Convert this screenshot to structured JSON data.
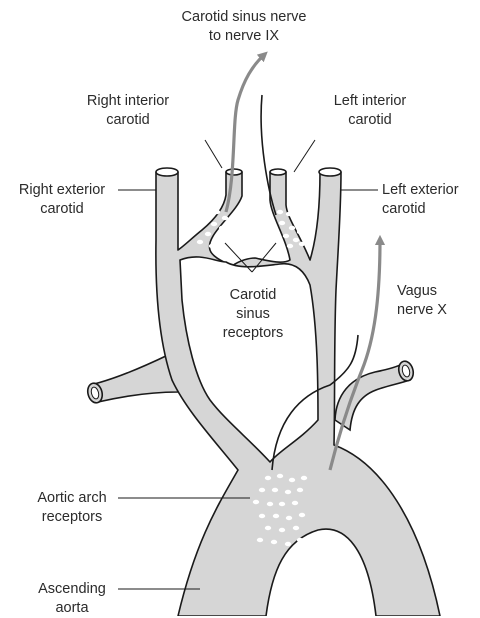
{
  "labels": {
    "carotid_sinus_nerve": [
      "Carotid sinus nerve",
      "to nerve IX"
    ],
    "right_interior_carotid": [
      "Right interior",
      "carotid"
    ],
    "left_interior_carotid": [
      "Left interior",
      "carotid"
    ],
    "right_exterior_carotid": [
      "Right exterior",
      "carotid"
    ],
    "left_exterior_carotid": [
      "Left exterior",
      "carotid"
    ],
    "carotid_sinus_receptors": [
      "Carotid",
      "sinus",
      "receptors"
    ],
    "vagus_nerve": [
      "Vagus",
      "nerve X"
    ],
    "aortic_arch_receptors": [
      "Aortic arch",
      "receptors"
    ],
    "ascending_aorta": [
      "Ascending",
      "aorta"
    ]
  },
  "colors": {
    "vessel_fill": "#d6d6d6",
    "vessel_stroke": "#1a1a1a",
    "nerve_arrow": "#8a8a8a",
    "nerve_line": "#1a1a1a",
    "receptor_dot": "#ffffff",
    "label_text": "#2b2b2b"
  }
}
